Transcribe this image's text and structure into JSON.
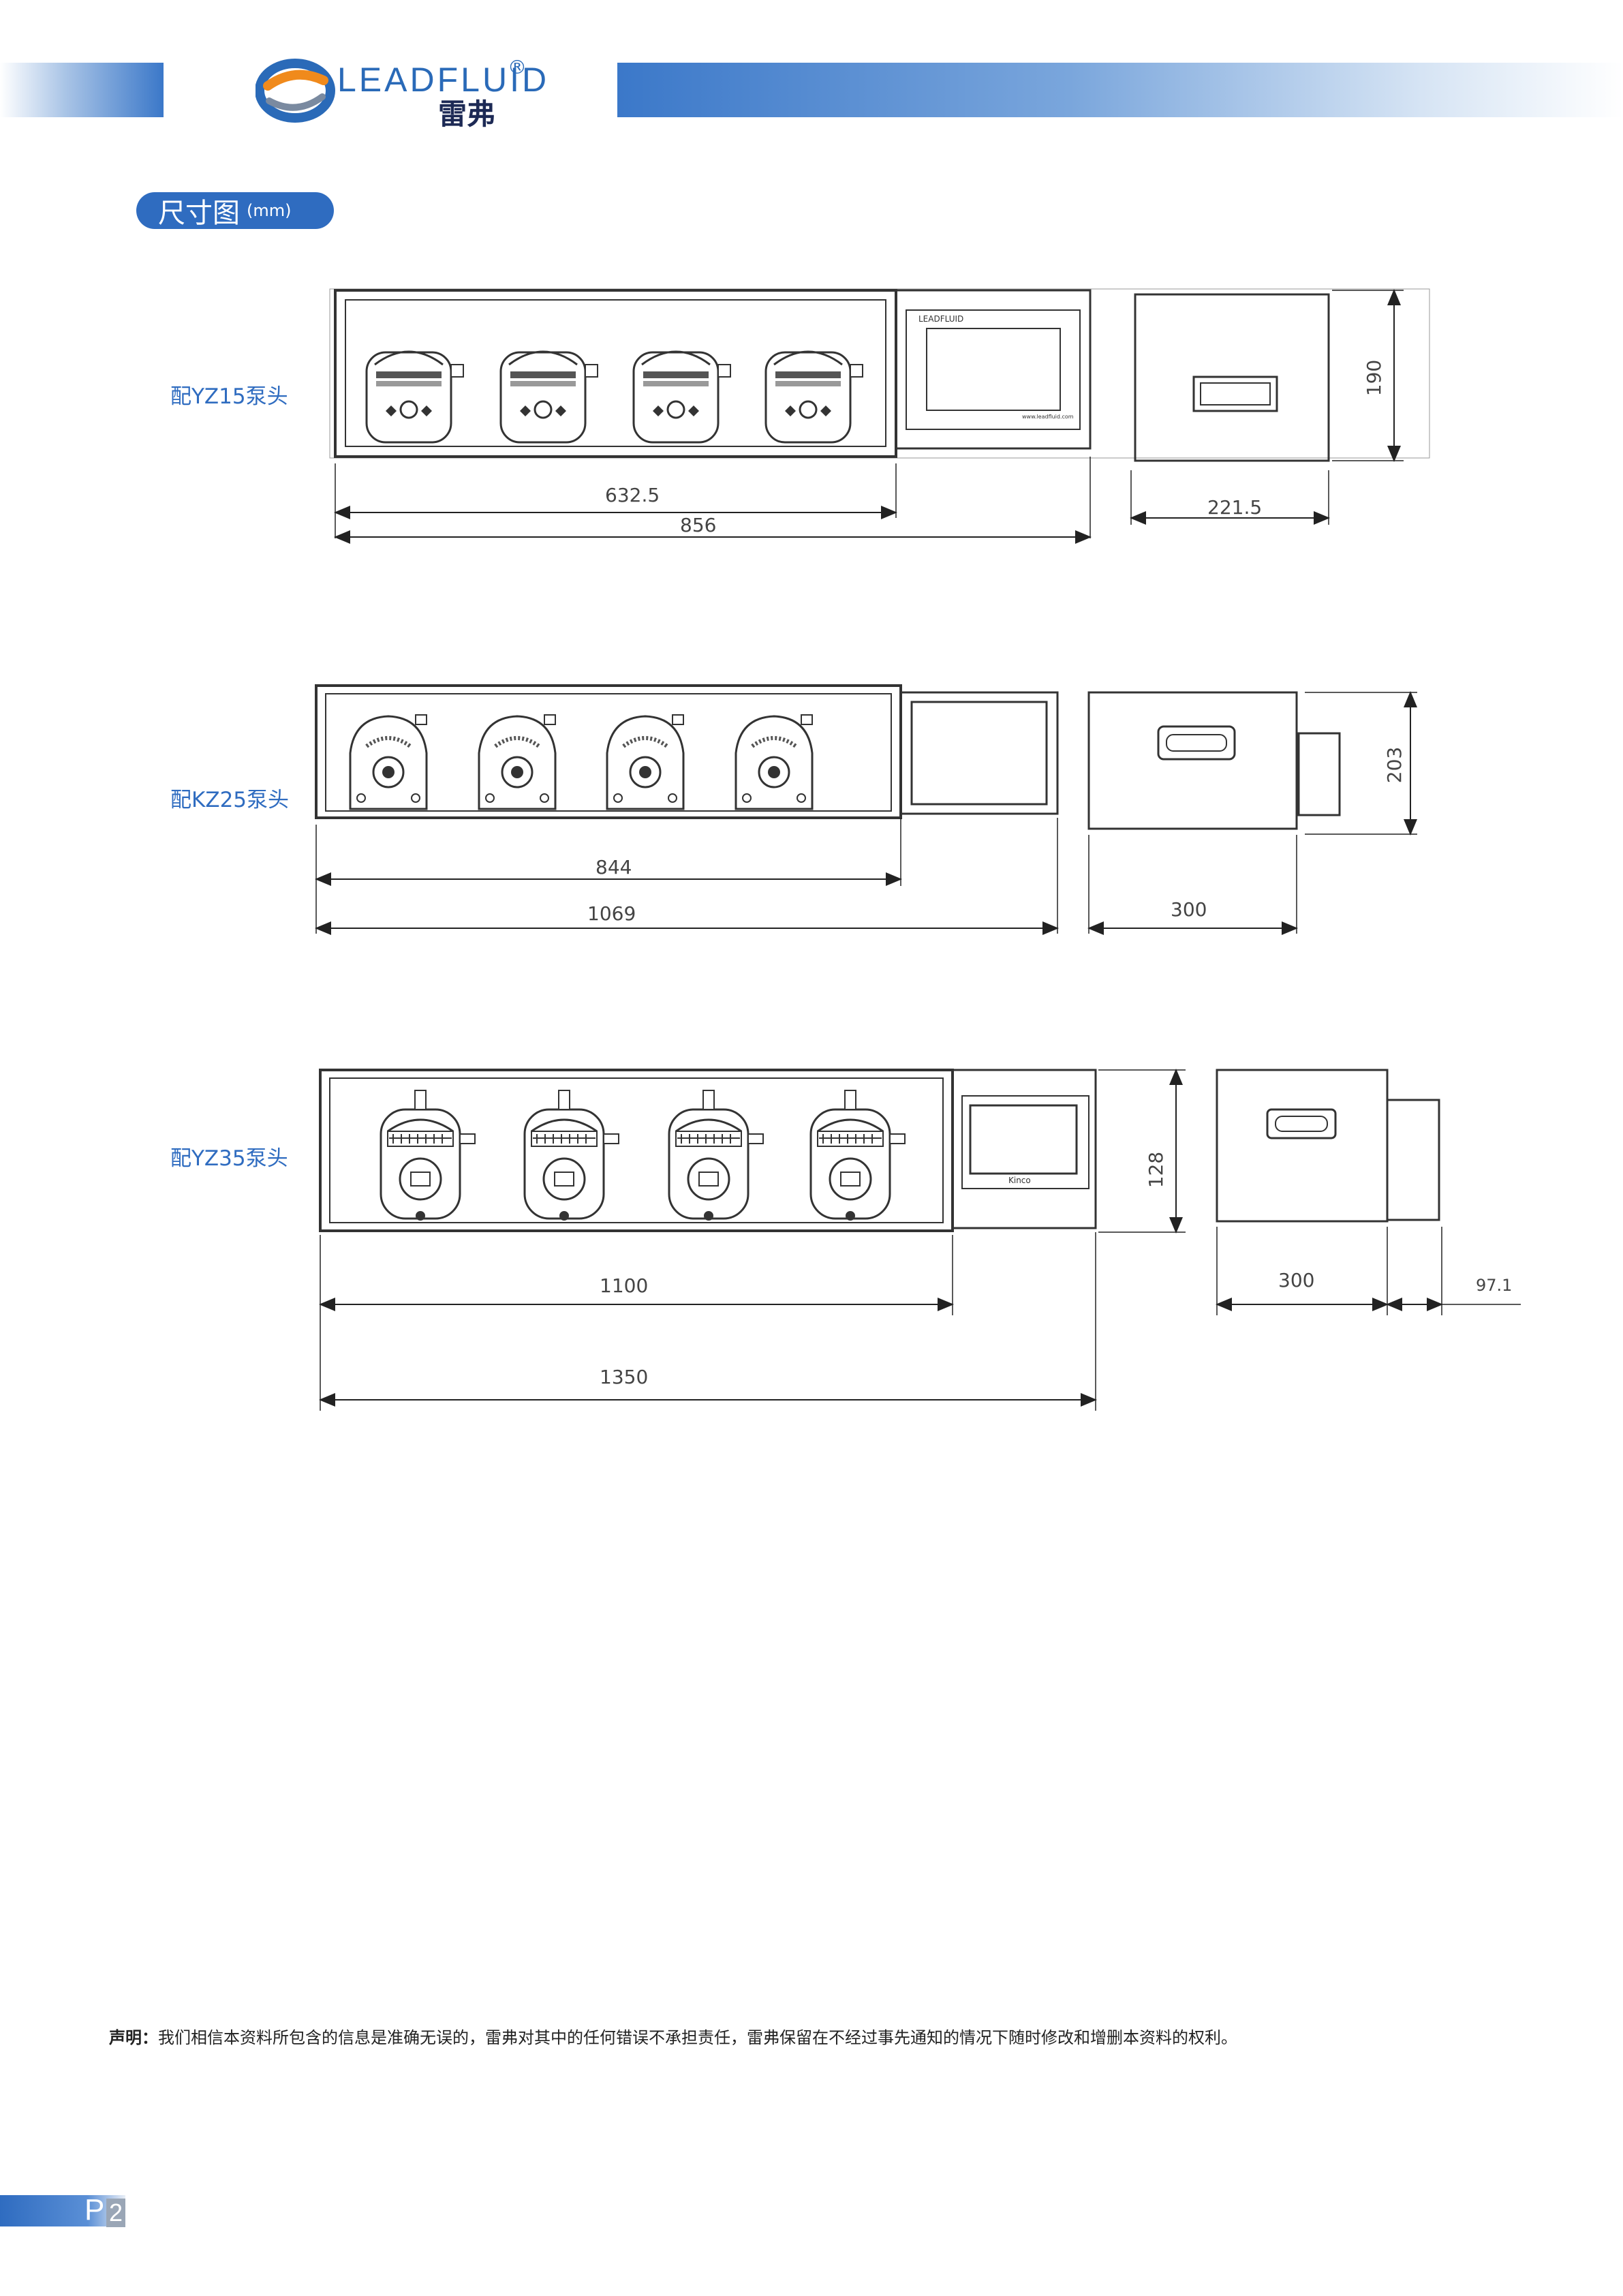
{
  "header": {
    "brand_en": "LEADFLUID",
    "brand_cn": "雷弗",
    "registered_mark": "®",
    "colors": {
      "primary": "#2f6cc0",
      "dark": "#1d2a55"
    }
  },
  "section": {
    "title": "尺寸图",
    "unit": "(mm)"
  },
  "drawings": [
    {
      "label": "配YZ15泵头",
      "pump_count": 4,
      "dims": {
        "inner_width": "632.5",
        "total_width": "856",
        "depth": "221.5",
        "height": "190"
      },
      "panel_brand": "LEADFLUID",
      "panel_url": "www.leadfluid.com"
    },
    {
      "label": "配KZ25泵头",
      "pump_count": 4,
      "dims": {
        "inner_width": "844",
        "total_width": "1069",
        "depth": "300",
        "height": "203"
      }
    },
    {
      "label": "配YZ35泵头",
      "pump_count": 4,
      "dims": {
        "inner_width": "1100",
        "total_width": "1350",
        "depth": "300",
        "extra": "97.1",
        "height": "128"
      },
      "panel_brand": "Kinco"
    }
  ],
  "footer": {
    "disclaimer_label": "声明：",
    "disclaimer_text": "我们相信本资料所包含的信息是准确无误的，雷弗对其中的任何错误不承担责任，雷弗保留在不经过事先通知的情况下随时修改和增删本资料的权利。",
    "page_prefix": "P",
    "page_number": "2"
  }
}
